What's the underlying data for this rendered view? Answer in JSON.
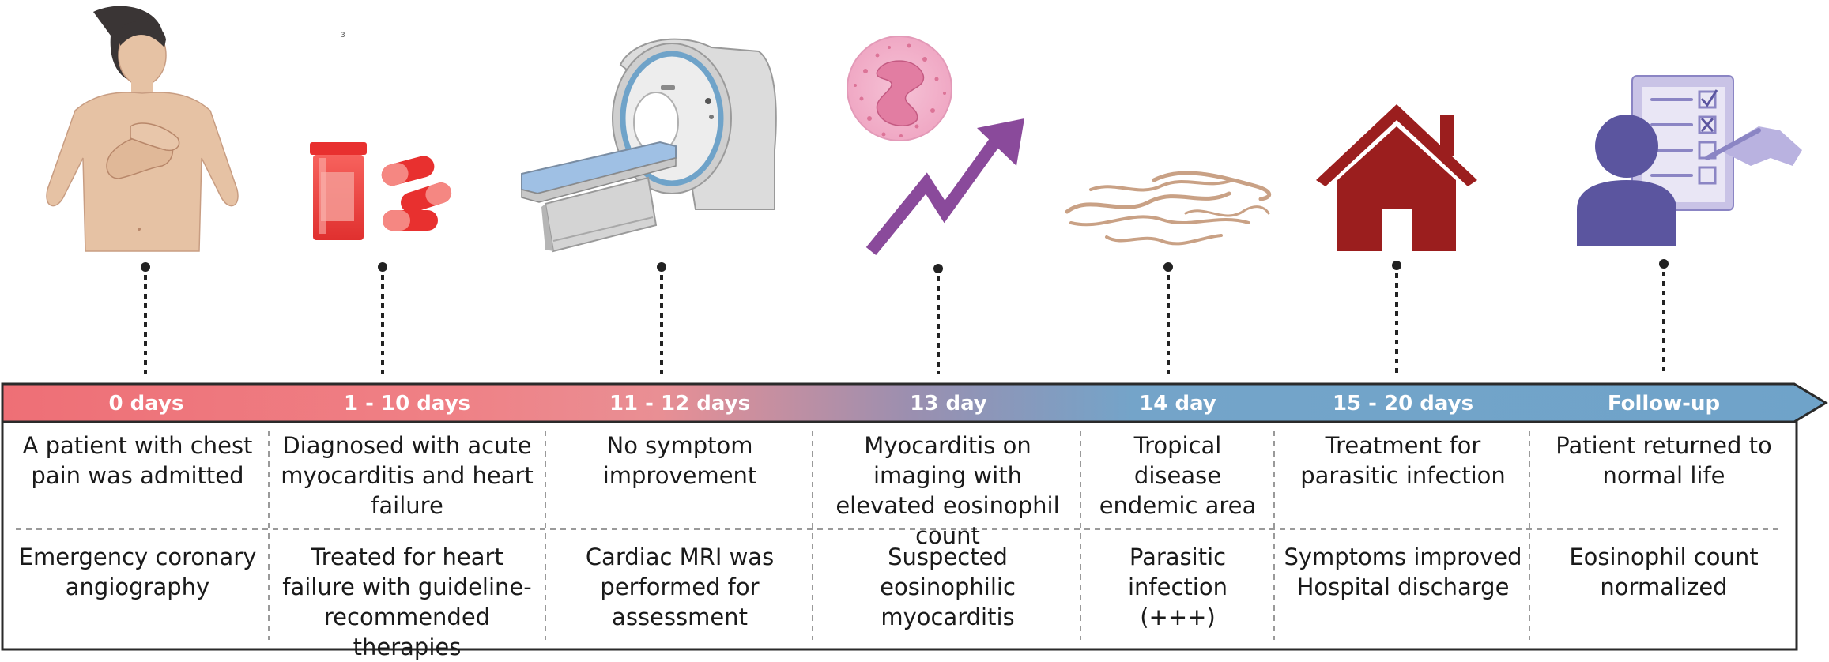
{
  "colors": {
    "bar_start": "#ee6f76",
    "bar_end": "#6fa3c9",
    "red_icon": "#e8302f",
    "purple_icon": "#8a4a9b",
    "house_icon": "#9b1e1e",
    "worm_icon": "#c9a185",
    "doctor_icon": "#5b559f"
  },
  "footnote_mark": "3",
  "stages": [
    {
      "label": "0 days",
      "icon": "patient-chest-pain-icon",
      "top_text": "A patient with chest pain was admitted",
      "bottom_text": "Emergency coronary angiography"
    },
    {
      "label": "1 - 10 days",
      "icon": "medication-pills-icon",
      "top_text": "Diagnosed with acute myocarditis and heart failure",
      "bottom_text": "Treated for heart failure with guideline-recommended therapies"
    },
    {
      "label": "11 - 12 days",
      "icon": "mri-scanner-icon",
      "top_text": "No symptom improvement",
      "bottom_text": "Cardiac MRI was performed for assessment"
    },
    {
      "label": "13 day",
      "icon": "eosinophil-rising-icon",
      "top_text": "Myocarditis on imaging with elevated eosinophil count",
      "bottom_text": "Suspected eosinophilic myocarditis"
    },
    {
      "label": "14 day",
      "icon": "parasite-worms-icon",
      "top_text": "Tropical disease endemic area",
      "bottom_text": "Parasitic infection (+++)"
    },
    {
      "label": "15 - 20 days",
      "icon": "house-icon",
      "top_text": "Treatment for parasitic infection",
      "bottom_text": "Symptoms improved Hospital discharge"
    },
    {
      "label": "Follow-up",
      "icon": "doctor-checklist-icon",
      "top_text": "Patient returned to normal life",
      "bottom_text": "Eosinophil count normalized"
    }
  ]
}
